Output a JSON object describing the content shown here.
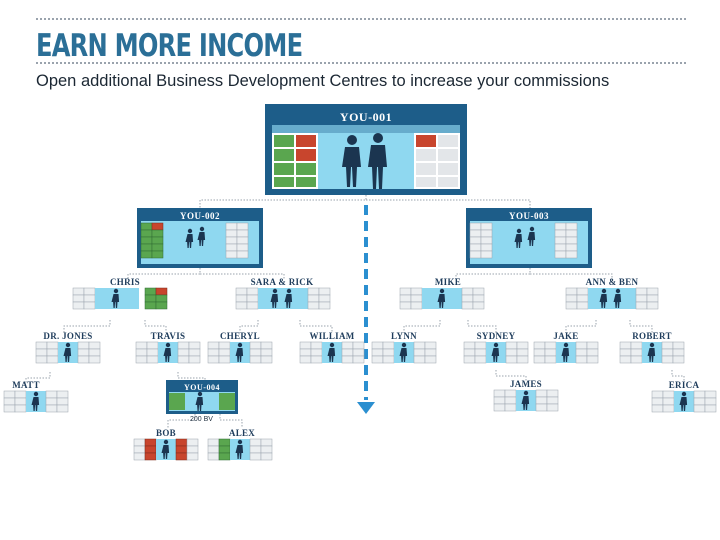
{
  "header": {
    "title": "EARN MORE INCOME",
    "subtitle": "Open additional Business Development Centres to increase your commissions"
  },
  "colors": {
    "title": "#2b6f97",
    "centre_blue": "#1d5d89",
    "window": "#8fd8f0",
    "shelf_green": "#5aa64f",
    "shelf_red": "#c8452d",
    "shelf_grey": "#e3e6e9",
    "arrow": "#2b8fd0"
  },
  "centres": {
    "main": "YOU-001",
    "left": "YOU-002",
    "right": "YOU-003",
    "sub": "YOU-004"
  },
  "bv_label": "200 BV",
  "people": {
    "chris": "CHRIS",
    "sara_rick": "SARA & RICK",
    "mike": "MIKE",
    "ann_ben": "ANN & BEN",
    "dr_jones": "DR. JONES",
    "travis": "TRAVIS",
    "cheryl": "CHERYL",
    "william": "WILLIAM",
    "lynn": "LYNN",
    "sydney": "SYDNEY",
    "jake": "JAKE",
    "robert": "ROBERT",
    "matt": "MATT",
    "james": "JAMES",
    "erica": "ERICA",
    "bob": "BOB",
    "alex": "ALEX"
  }
}
